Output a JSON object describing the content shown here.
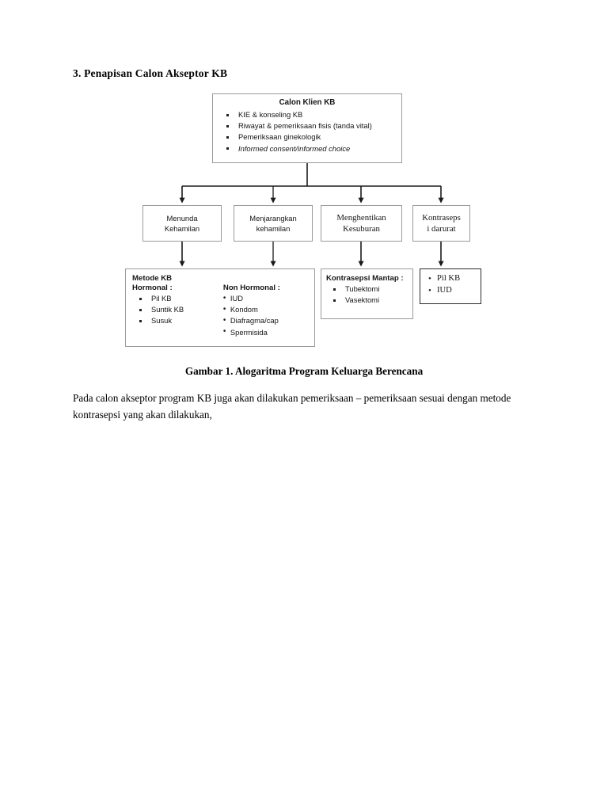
{
  "document": {
    "section_heading": "3. Penapisan Calon Akseptor KB",
    "figure_caption": "Gambar 1. Alogaritma Program Keluarga Berencana",
    "body_paragraph": "Pada calon akseptor program KB juga akan dilakukan pemeriksaan – pemeriksaan sesuai dengan metode kontrasepsi yang akan dilakukan,"
  },
  "flowchart": {
    "client_box": {
      "title": "Calon Klien KB",
      "items": [
        "KIE & konseling KB",
        "Riwayat & pemeriksaan fisis (tanda vital)",
        "Pemeriksaan ginekologik",
        "Informed consent/informed choice"
      ]
    },
    "branches": [
      {
        "line1": "Menunda",
        "line2": "Kehamilan"
      },
      {
        "line1": "Menjarangkan",
        "line2": "kehamilan"
      },
      {
        "line1": "Menghentikan",
        "line2": "Kesuburan"
      },
      {
        "line1": "Kontraseps",
        "line2": "i darurat"
      }
    ],
    "metode_box": {
      "title": "Metode KB",
      "hormonal_head": "Hormonal :",
      "hormonal_items": [
        "Pil KB",
        "Suntik KB",
        "Susuk"
      ],
      "non_hormonal_head": "Non Hormonal :",
      "non_hormonal_items": [
        "IUD",
        "Kondom",
        "Diafragma/cap",
        "Spermisida"
      ]
    },
    "mantap_box": {
      "title": "Kontrasepsi Mantap :",
      "items": [
        "Tubektomi",
        "Vasektomi"
      ]
    },
    "darurat_box": {
      "items": [
        "Pil KB",
        "IUD"
      ]
    }
  },
  "colors": {
    "box_border": "#9a9a9a",
    "box_border_dark": "#2b2b2b",
    "connector": "#1a1a1a",
    "text": "#151515",
    "page_background": "#ffffff"
  }
}
